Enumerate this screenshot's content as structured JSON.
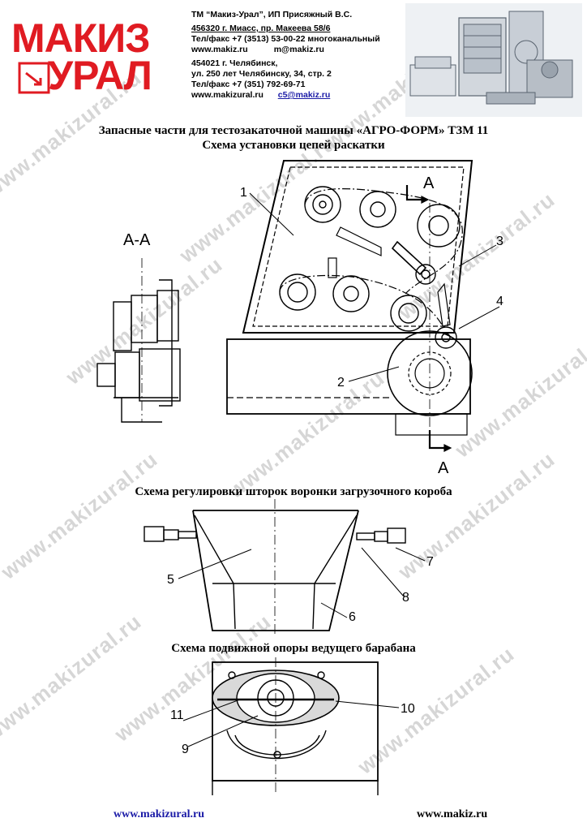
{
  "header": {
    "logo_line1": "МАКИЗ",
    "logo_line2": "УРАЛ",
    "contacts": [
      "ТМ “Макиз-Урал”,    ИП Присяжный В.С.",
      "456320 г. Миасс, пр. Макеева 58/6",
      "Тел/факс +7 (3513) 53-00-22 многоканальный",
      "www.makiz.ru           m@makiz.ru",
      "454021 г. Челябинск,",
      "ул. 250 лет Челябинску, 34, стр. 2",
      "Тел/факс +7 (351) 792-69-71"
    ],
    "site": "www.makizural.ru",
    "email": "c5@makiz.ru"
  },
  "titles": {
    "main_line1": "Запасные части для тестозакаточной машины «АГРО-ФОРМ» ТЗМ 11",
    "main_line2": "Схема установки цепей раскатки",
    "section2": "Схема регулировки шторок воронки загрузочного короба",
    "section3": "Схема подвижной опоры ведущего барабана"
  },
  "drawing1": {
    "section_label": "А-А",
    "cut_label_top": "А",
    "cut_label_bottom": "А",
    "callouts": [
      "1",
      "2",
      "3",
      "4"
    ]
  },
  "drawing2": {
    "callouts": [
      "5",
      "6",
      "7",
      "8"
    ]
  },
  "drawing3": {
    "callouts": [
      "9",
      "10",
      "11"
    ]
  },
  "watermark": "www.makizural.ru",
  "footer": {
    "left": "www.makizural.ru",
    "right": "www.makiz.ru"
  },
  "colors": {
    "brand_red": "#e01b22",
    "link_blue": "#1a1aa6",
    "watermark_gray": "#c9c9c9"
  }
}
